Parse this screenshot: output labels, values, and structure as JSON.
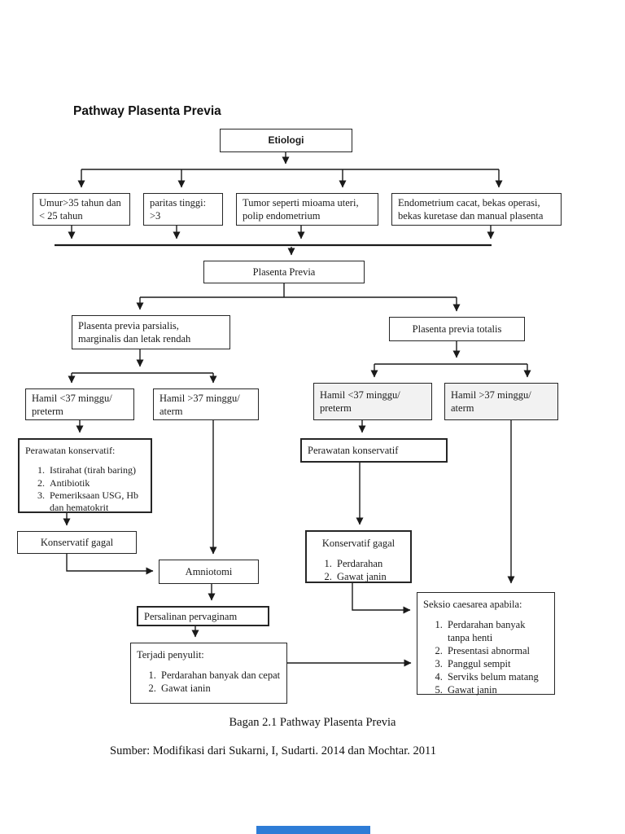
{
  "document": {
    "heading": "Pathway Plasenta Previa",
    "caption": "Bagan 2.1 Pathway Plasenta Previa",
    "source_line": "Sumber: Modifikasi dari Sukarni, I, Sudarti. 2014 dan Mochtar. 2011"
  },
  "colors": {
    "box_border": "#262626",
    "shaded_box_fill": "#f2f2f2",
    "viewer_bar": "#2e7cd6"
  },
  "viewer": {
    "bar_style": "background:#2e7cd6"
  },
  "flowchart": {
    "nodes": {
      "etiologi": {
        "label": "Etiologi"
      },
      "umur": {
        "label": "Umur>35 tahun dan < 25 tahun"
      },
      "paritas": {
        "label": "paritas tinggi: >3"
      },
      "tumor": {
        "label": "Tumor seperti mioama uteri, polip endometrium"
      },
      "endometrium": {
        "label": "Endometrium cacat, bekas operasi, bekas kuretase dan manual plasenta"
      },
      "plasenta_previa": {
        "label": "Plasenta Previa"
      },
      "parsialis": {
        "label": "Plasenta previa parsialis, marginalis dan letak rendah"
      },
      "totalis": {
        "label": "Plasenta previa totalis"
      },
      "hamil_preterm_kiri": {
        "label": "Hamil <37 minggu/ preterm"
      },
      "hamil_aterm_kiri": {
        "label": "Hamil >37 minggu/ aterm"
      },
      "hamil_preterm_kanan": {
        "label": "Hamil <37 minggu/ preterm"
      },
      "hamil_aterm_kanan": {
        "label": "Hamil >37 minggu/ aterm"
      },
      "perawatan_kiri": {
        "title": "Perawatan konservatif:",
        "items": [
          "Istirahat (tirah baring)",
          "Antibiotik",
          "Pemeriksaan USG, Hb dan hematokrit"
        ]
      },
      "konservatif_gagal_kiri": {
        "label": "Konservatif gagal"
      },
      "amniotomi": {
        "label": "Amniotomi"
      },
      "persalinan": {
        "label": "Persalinan pervaginam"
      },
      "terjadi_penyulit": {
        "title": "Terjadi penyulit:",
        "items": [
          "Perdarahan banyak dan cepat",
          "Gawat ianin"
        ]
      },
      "perawatan_kanan": {
        "label": "Perawatan konservatif"
      },
      "konservatif_gagal_kanan": {
        "title": "Konservatif gagal",
        "items": [
          "Perdarahan",
          "Gawat janin"
        ]
      },
      "seksio": {
        "title": "Seksio caesarea apabila:",
        "items": [
          "Perdarahan banyak tanpa henti",
          "Presentasi abnormal",
          "Panggul sempit",
          "Serviks belum matang",
          "Gawat janin"
        ]
      }
    }
  }
}
